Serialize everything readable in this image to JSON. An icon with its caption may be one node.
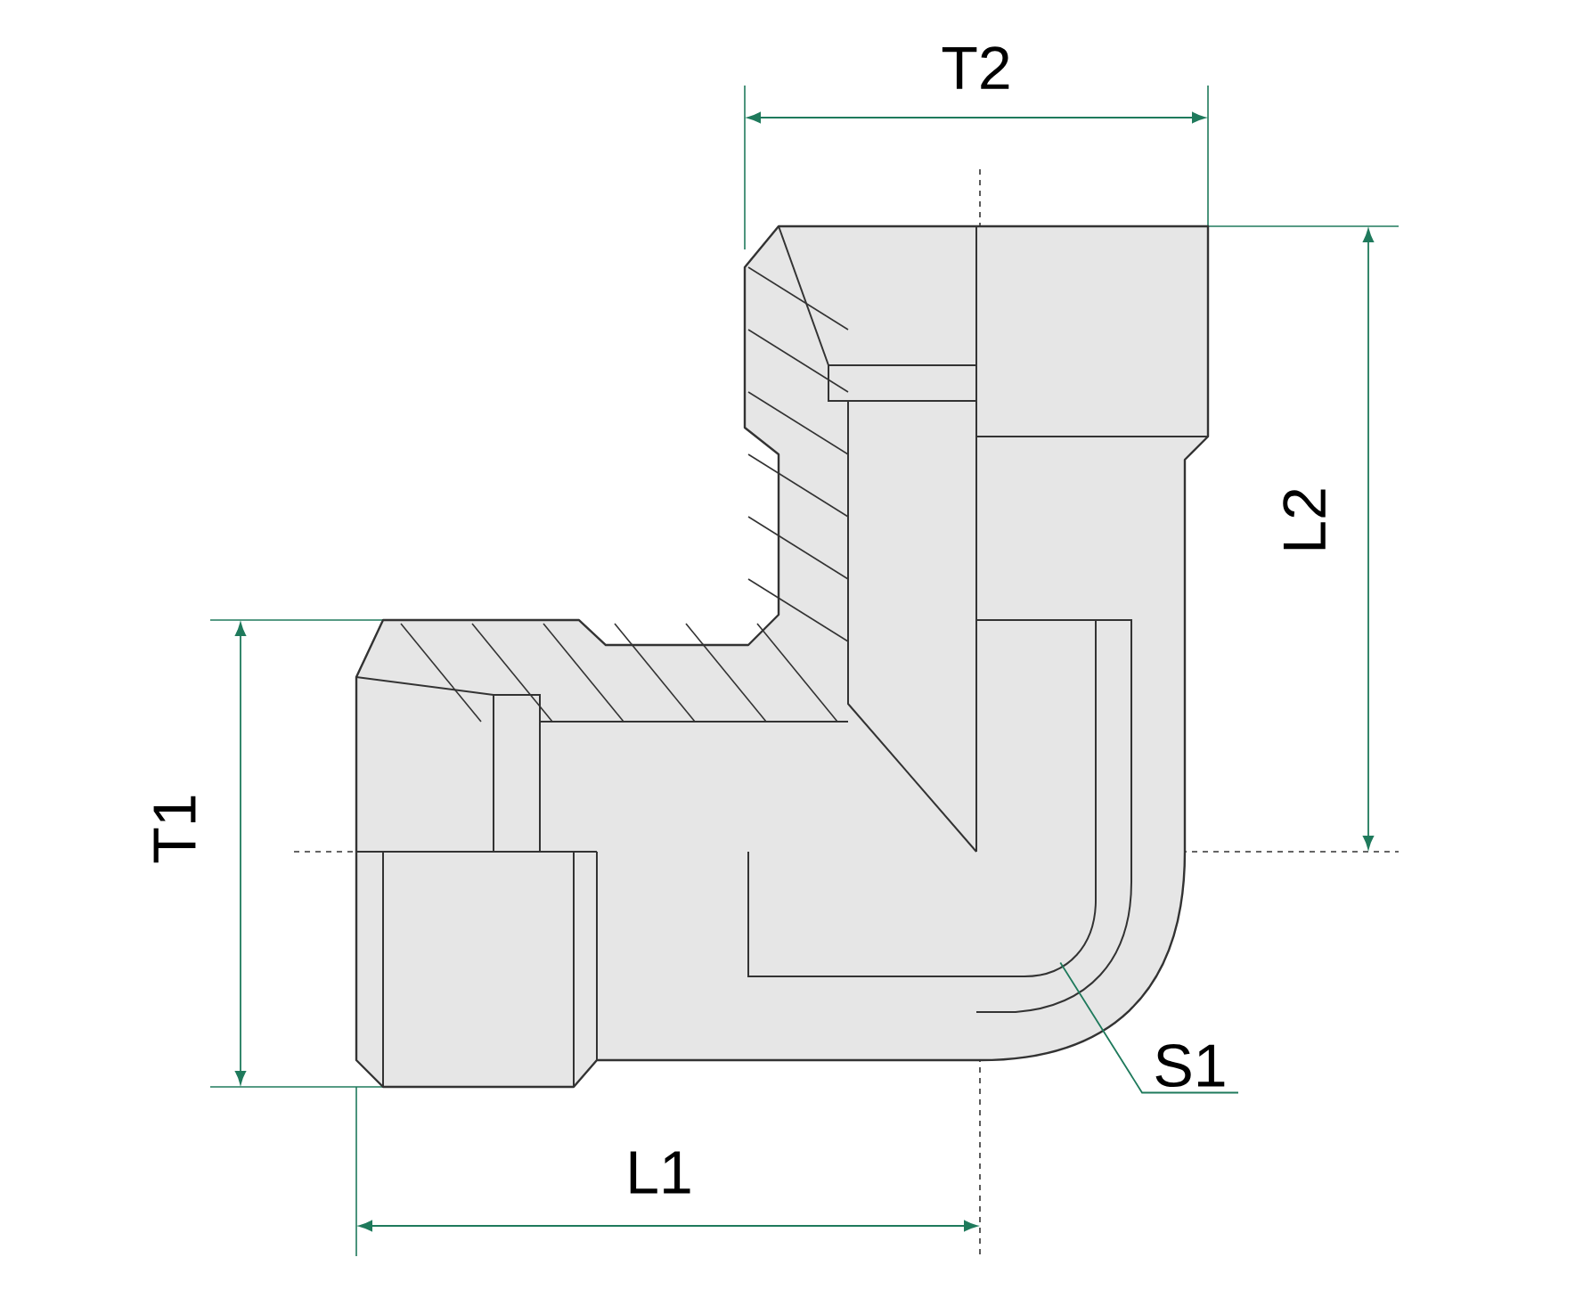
{
  "diagram": {
    "nodes": [
      {
        "text": [
          "S1"
        ]
      },
      {
        "text": [],
        "shape": "picture"
      }
    ],
    "edges": [
      {
        "from": 0,
        "to": 1,
        "arrow": "none"
      }
    ],
    "labels": [
      "T2",
      "L2",
      "T1",
      "L1"
    ]
  }
}
